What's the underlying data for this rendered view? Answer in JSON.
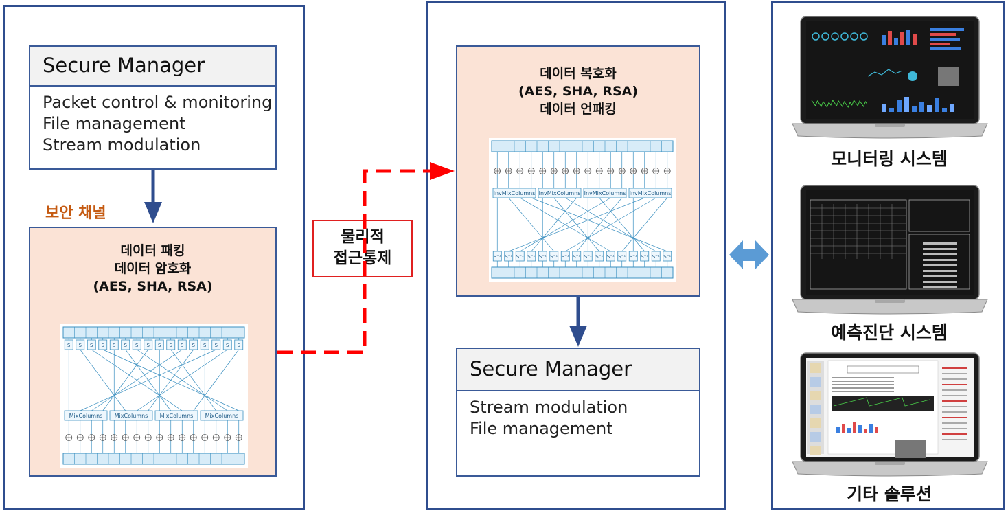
{
  "left": {
    "secure_manager": {
      "title": "Secure Manager",
      "lines": [
        "Packet control & monitoring",
        "File management",
        "Stream modulation"
      ]
    },
    "channel_label": "보안 채널",
    "crypto": {
      "lines": [
        "데이터 패킹",
        "데이터 암호화",
        "(AES, SHA, RSA)"
      ],
      "diagram": {
        "sbox_label": "S",
        "mix_label": "MixColumns"
      }
    }
  },
  "middle": {
    "physical_access": [
      "물리적",
      "접근통제"
    ],
    "crypto": {
      "lines": [
        "데이터 복호화",
        "(AES, SHA, RSA)",
        "데이터 언패킹"
      ],
      "diagram": {
        "sbox_label": "S⁻¹",
        "mix_label": "InvMixColumns"
      }
    },
    "secure_manager": {
      "title": "Secure Manager",
      "lines": [
        "Stream modulation",
        "File management"
      ]
    }
  },
  "right": {
    "systems": [
      {
        "label": "모니터링 시스템",
        "screen": "dashboard"
      },
      {
        "label": "예측진단 시스템",
        "screen": "table"
      },
      {
        "label": "기타 솔루션",
        "screen": "document"
      }
    ]
  },
  "colors": {
    "panel_border": "#2f4d8e",
    "box_fill": "#fbe3d6",
    "channel_label": "#c55a11",
    "dashed_link": "#ff0000",
    "arrow": "#2f4d8e",
    "double_arrow": "#5b9bd5"
  }
}
